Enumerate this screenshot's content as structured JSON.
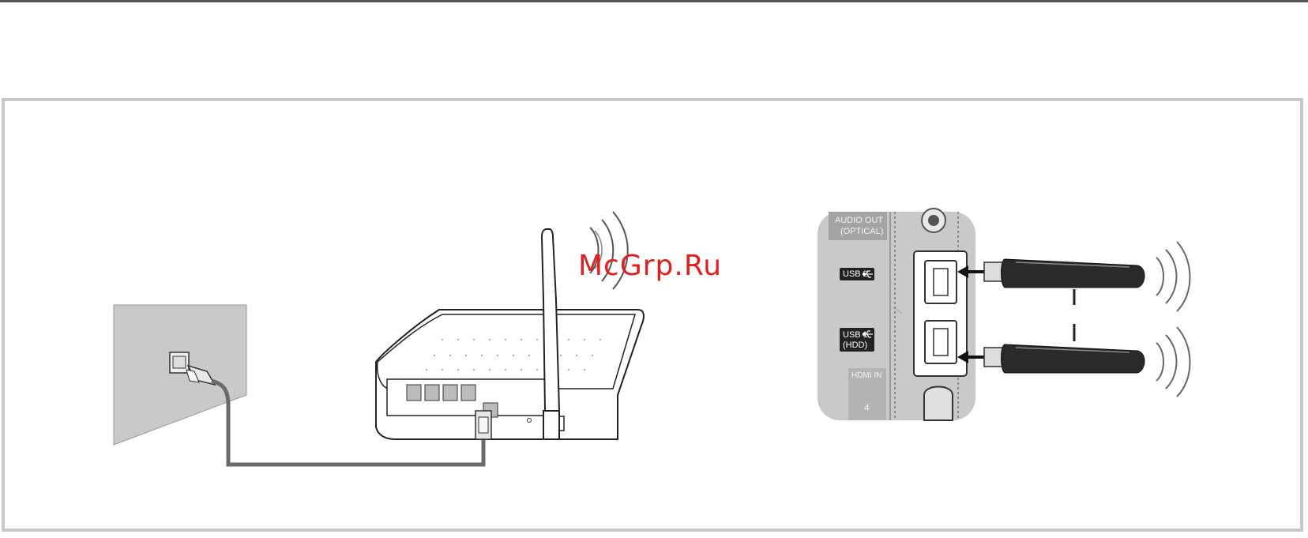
{
  "watermark": "McGrp.Ru",
  "panel": {
    "audio_out": "AUDIO OUT",
    "optical": "(OPTICAL)",
    "usb2": "USB 2",
    "usb1": "USB 1",
    "hdd": "(HDD)",
    "hdmi_in": "HDMI IN",
    "hdmi_num": "4"
  },
  "colors": {
    "frame": "#c8c8c8",
    "panel": "#c9c9c9",
    "cable": "#6a6a6a",
    "dongle": "#2a2a2a",
    "watermark": "#e02020"
  },
  "icons": [
    "wall-outlet-icon",
    "ethernet-plug-icon",
    "wireless-router-icon",
    "antenna-icon",
    "wifi-signal-icon",
    "usb-symbol-icon",
    "usb-dongle-icon",
    "arrow-left-icon"
  ]
}
